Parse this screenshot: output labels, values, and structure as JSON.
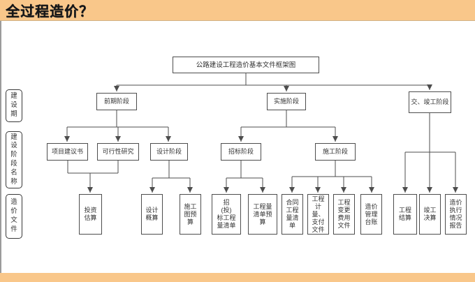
{
  "window": {
    "title": "全过程造价？"
  },
  "colors": {
    "header_bg": "#F9C78A",
    "footer_bg": "#F9C78A",
    "line": "#4d4d4d",
    "box_border": "#4d4d4d"
  },
  "diagram": {
    "root_label": "公路建设工程造价基本文件框架图",
    "side_labels": [
      {
        "label": "建设期",
        "chars": [
          "建",
          "设",
          "期"
        ]
      },
      {
        "label": "建设阶段名称",
        "chars": [
          "建",
          "设",
          "阶",
          "段",
          "名",
          "称"
        ]
      },
      {
        "label": "造价文件",
        "chars": [
          "造",
          "价",
          "文",
          "件"
        ]
      }
    ],
    "stages": [
      {
        "label": "前期阶段"
      },
      {
        "label": "实施阶段"
      },
      {
        "label": "交、竣工阶段"
      }
    ],
    "sub_stages": [
      {
        "label": "项目建议书"
      },
      {
        "label": "可行性研究"
      },
      {
        "label": "设计阶段"
      },
      {
        "label": "招标阶段"
      },
      {
        "label": "施工阶段"
      }
    ],
    "documents": [
      {
        "label": "投资估算",
        "lines": [
          "投资",
          "估算"
        ]
      },
      {
        "label": "设计概算",
        "lines": [
          "设计",
          "概算"
        ]
      },
      {
        "label": "施工图预算",
        "lines": [
          "施工",
          "图预",
          "算"
        ]
      },
      {
        "label": "招(投)标工程量清单",
        "lines": [
          "招",
          "(投)",
          "标工程",
          "量清单"
        ]
      },
      {
        "label": "工程量清单预算",
        "lines": [
          "工程量",
          "清单预",
          "算"
        ]
      },
      {
        "label": "合同工程量清单",
        "lines": [
          "合同",
          "工程",
          "量清",
          "单"
        ]
      },
      {
        "label": "工程计量、支付文件",
        "lines": [
          "工程",
          "计",
          "量、",
          "支付",
          "文件"
        ]
      },
      {
        "label": "工程变更费用文件",
        "lines": [
          "工程",
          "变更",
          "费用",
          "文件"
        ]
      },
      {
        "label": "造价管理台账",
        "lines": [
          "造价",
          "管理",
          "台账"
        ]
      },
      {
        "label": "工程结算",
        "lines": [
          "工程",
          "结算"
        ]
      },
      {
        "label": "竣工决算",
        "lines": [
          "竣工",
          "决算"
        ]
      },
      {
        "label": "造价执行情况报告",
        "lines": [
          "造价",
          "执行",
          "情况",
          "报告"
        ]
      }
    ]
  }
}
